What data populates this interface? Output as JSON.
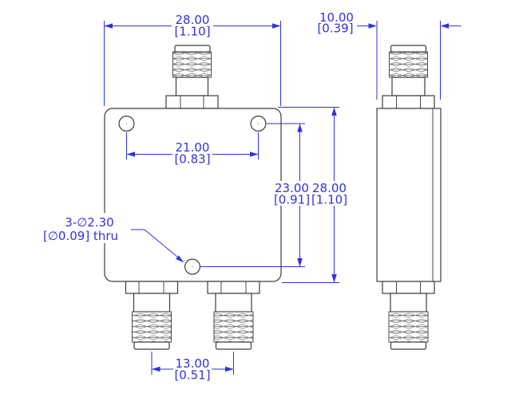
{
  "colors": {
    "dimension_blue": "#3232d9",
    "outline_dark": "#3c3c3c",
    "background": "#ffffff"
  },
  "annotations": {
    "body_width": {
      "mm": "28.00",
      "inch": "[1.10]"
    },
    "body_depth": {
      "mm": "10.00",
      "inch": "[0.39]"
    },
    "hole_spacing": {
      "mm": "21.00",
      "inch": "[0.83]"
    },
    "hole_offset_vert": {
      "mm": "23.00",
      "inch": "[0.91]"
    },
    "body_height": {
      "mm": "28.00",
      "inch": "[1.10]"
    },
    "port_spacing": {
      "mm": "13.00",
      "inch": "[0.51]"
    },
    "hole_callout": {
      "line1": "3-∅2.30",
      "line2": "[∅0.09] thru"
    }
  }
}
